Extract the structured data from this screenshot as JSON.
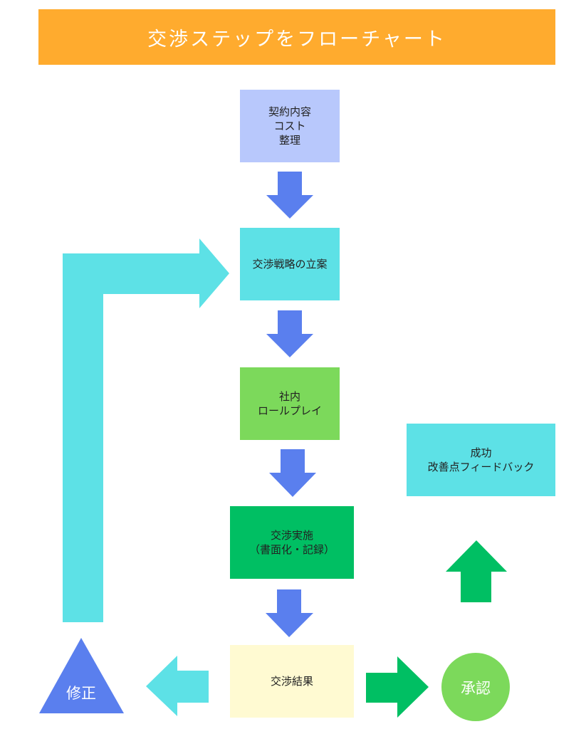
{
  "title": "交渉ステップをフローチャート",
  "colors": {
    "title_bg": "#ffab2e",
    "arrow_blue": "#5a7fee",
    "cyan": "#5de1e6",
    "light_blue": "#b8c8fc",
    "light_green": "#7cd95b",
    "green": "#00bf63",
    "pale_yellow": "#fffad2"
  },
  "steps": [
    {
      "id": "prepare",
      "label": "契約内容\nコスト\n整理",
      "color": "#b8c8fc"
    },
    {
      "id": "strategy",
      "label": "交渉戦略の立案",
      "color": "#5de1e6"
    },
    {
      "id": "roleplay",
      "label": "社内\nロールプレイ",
      "color": "#7cd95b"
    },
    {
      "id": "execute",
      "label": "交渉実施\n（書面化・記録）",
      "color": "#00bf63"
    },
    {
      "id": "result",
      "label": "交渉結果",
      "color": "#fffad2"
    },
    {
      "id": "success",
      "label": "成功\n改善点フィードバック",
      "color": "#5de1e6"
    }
  ],
  "outcomes": {
    "revise": {
      "label": "修正",
      "shape": "triangle",
      "color": "#5a7fee"
    },
    "approve": {
      "label": "承認",
      "shape": "circle",
      "color": "#7cd95b"
    }
  },
  "connections": [
    {
      "from": "prepare",
      "to": "strategy"
    },
    {
      "from": "strategy",
      "to": "roleplay"
    },
    {
      "from": "roleplay",
      "to": "execute"
    },
    {
      "from": "execute",
      "to": "result"
    },
    {
      "from": "result",
      "to": "revise"
    },
    {
      "from": "result",
      "to": "approve"
    },
    {
      "from": "approve",
      "to": "success"
    },
    {
      "from": "revise",
      "to": "strategy"
    }
  ]
}
